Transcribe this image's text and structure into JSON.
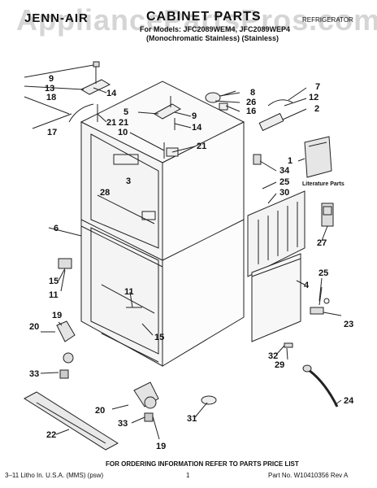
{
  "watermark": "AppliancePartsPros.com",
  "header": {
    "brand": "JENN-AIR",
    "title": "CABINET PARTS",
    "models_line": "For Models: JFC2089WEM4, JFC2089WEP4",
    "variants_line": "(Monochromatic Stainless)    (Stainless)",
    "corner": "REFRIGERATOR"
  },
  "callouts": {
    "c1": "1",
    "c2": "2",
    "c3": "3",
    "c4": "4",
    "c5": "5",
    "c6": "6",
    "c7": "7",
    "c8": "8",
    "c9a": "9",
    "c9b": "9",
    "c10": "10",
    "c11a": "11",
    "c11b": "11",
    "c12": "12",
    "c13": "13",
    "c14a": "14",
    "c14b": "14",
    "c15a": "15",
    "c15b": "15",
    "c16": "16",
    "c17": "17",
    "c18": "18",
    "c19a": "19",
    "c19b": "19",
    "c20a": "20",
    "c20b": "20",
    "c21a": "21",
    "c21b": "21",
    "c22": "22",
    "c23": "23",
    "c24": "24",
    "c25a": "25",
    "c25b": "25",
    "c26": "26",
    "c27": "27",
    "c28": "28",
    "c29": "29",
    "c30": "30",
    "c31": "31",
    "c32": "32",
    "c33a": "33",
    "c33b": "33",
    "c34": "34"
  },
  "literature_label": "Literature Parts",
  "ordering_note": "FOR ORDERING INFORMATION REFER TO PARTS PRICE LIST",
  "footer": {
    "left": "3–11 Litho In. U.S.A. (MMS) (psw)",
    "page": "1",
    "right": "Part No. W10410356 Rev A"
  }
}
